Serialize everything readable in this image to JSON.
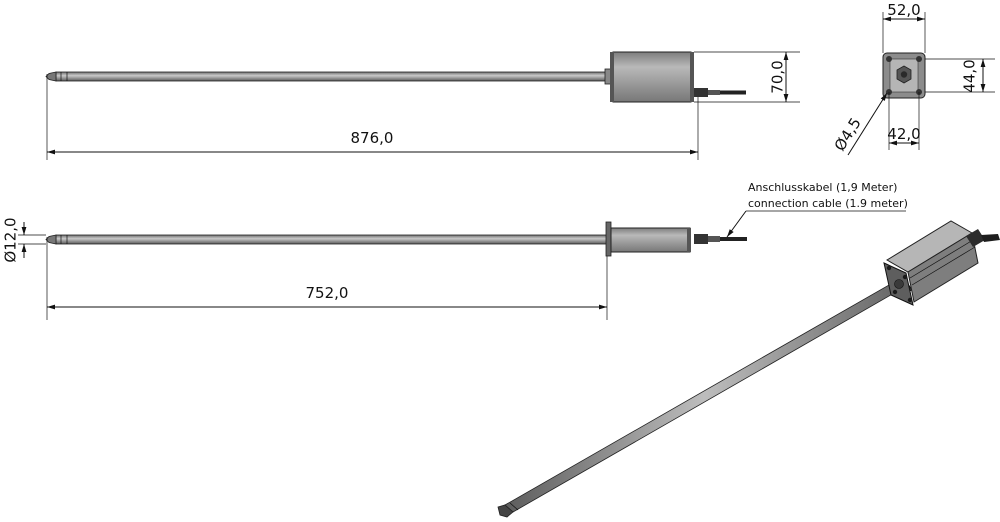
{
  "dimensions": {
    "total_length": "876,0",
    "probe_length": "752,0",
    "housing_height": "70,0",
    "probe_diameter": "Ø12,0",
    "flange_width": "52,0",
    "flange_height": "44,0",
    "hole_spacing": "42,0",
    "hole_diameter": "Ø4,5"
  },
  "annotation": {
    "cable_de": "Anschlusskabel (1,9 Meter)",
    "cable_en": "connection cable (1.9 meter)"
  },
  "colors": {
    "line": "#111111",
    "housing": "#9a9a9a",
    "rod": "#a8a8a8",
    "dark": "#2b2b2b"
  }
}
